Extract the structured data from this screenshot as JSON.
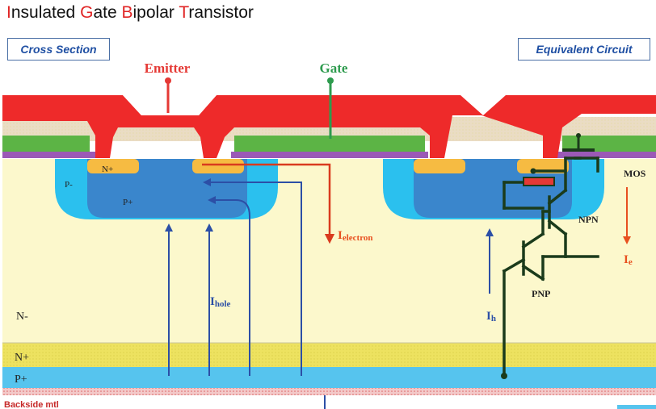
{
  "title": {
    "words": [
      {
        "initial": "I",
        "rest": "nsulated"
      },
      {
        "initial": "G",
        "rest": "ate"
      },
      {
        "initial": "B",
        "rest": "ipolar"
      },
      {
        "initial": "T",
        "rest": "ransistor"
      }
    ]
  },
  "panels": {
    "cross_section": "Cross Section",
    "equivalent_circuit": "Equivalent Circuit"
  },
  "terminals": {
    "emitter": "Emitter",
    "gate": "Gate"
  },
  "regions": {
    "n_plus_source": "N+",
    "p_minus": "P-",
    "p_plus_body": "P+",
    "n_minus": "N-",
    "n_plus_buffer": "N+",
    "p_plus_substrate": "P+",
    "backside": "Backside mtl"
  },
  "currents": {
    "electron_main": "I",
    "electron_sub": "electron",
    "hole_main": "I",
    "hole_sub": "hole",
    "h_main": "I",
    "h_sub": "h",
    "e_main": "I",
    "e_sub": "e"
  },
  "devices": {
    "mos": "MOS",
    "npn": "NPN",
    "pnp": "PNP"
  },
  "colors": {
    "metal": "#ee2a2a",
    "oxide": "#eadcc4",
    "gate_poly": "#5cb445",
    "n_minus": "#fcf8cc",
    "p_well": "#2bc0ee",
    "p_plus": "#3a86cc",
    "n_plus": "#f6bb42",
    "buffer": "#ede260",
    "substrate": "#56c4ee",
    "electron_arrow": "#e8501f",
    "hole_arrow": "#2c4fa6",
    "circuit": "#1b3b1b"
  }
}
